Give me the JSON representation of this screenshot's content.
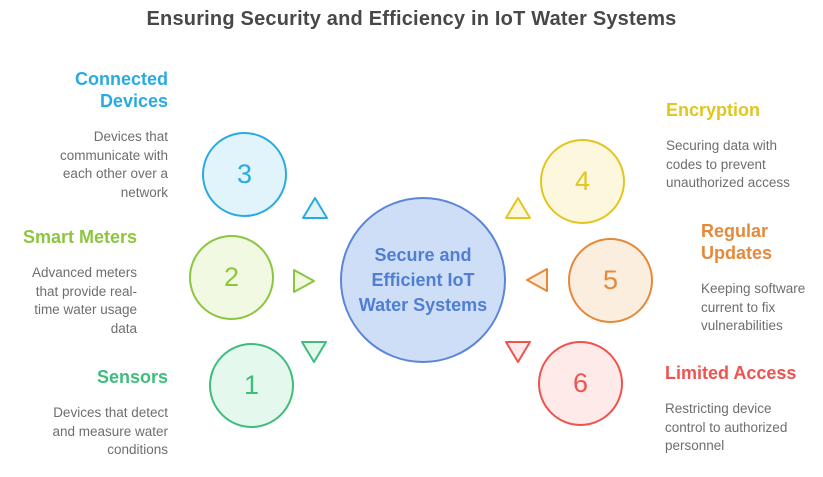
{
  "title": "Ensuring Security and Efficiency in IoT Water Systems",
  "colors": {
    "title": "#47484a",
    "description": "#6d6e71",
    "background": "#ffffff"
  },
  "center": {
    "label": "Secure and\nEfficient IoT\nWater Systems",
    "fill": "#cedef7",
    "border": "#5b86d6",
    "text_color": "#4f7ed3"
  },
  "nodes": [
    {
      "number": "1",
      "heading": "Sensors",
      "description": "Devices that detect\nand measure water\nconditions",
      "color": "#3ebd7d",
      "fill": "#e4f8ee",
      "side": "left",
      "arrow_direction": "down"
    },
    {
      "number": "2",
      "heading": "Smart Meters",
      "description": "Advanced meters\nthat provide real-\ntime water usage\ndata",
      "color": "#8cc63f",
      "fill": "#f2f9e2",
      "side": "left",
      "arrow_direction": "right"
    },
    {
      "number": "3",
      "heading": "Connected\nDevices",
      "description": "Devices that\ncommunicate with\neach other over a\nnetwork",
      "color": "#29abe2",
      "fill": "#e2f4fb",
      "side": "left",
      "arrow_direction": "up"
    },
    {
      "number": "4",
      "heading": "Encryption",
      "description": "Securing data with\ncodes to prevent\nunauthorized access",
      "color": "#e3c522",
      "fill": "#fcf7dd",
      "side": "right",
      "arrow_direction": "up"
    },
    {
      "number": "5",
      "heading": "Regular\nUpdates",
      "description": "Keeping software\ncurrent to fix\nvulnerabilities",
      "color": "#e5893a",
      "fill": "#fbeede",
      "side": "right",
      "arrow_direction": "left"
    },
    {
      "number": "6",
      "heading": "Limited Access",
      "description": "Restricting device\ncontrol to authorized\npersonnel",
      "color": "#ee534f",
      "fill": "#fdeae9",
      "side": "right",
      "arrow_direction": "down"
    }
  ]
}
